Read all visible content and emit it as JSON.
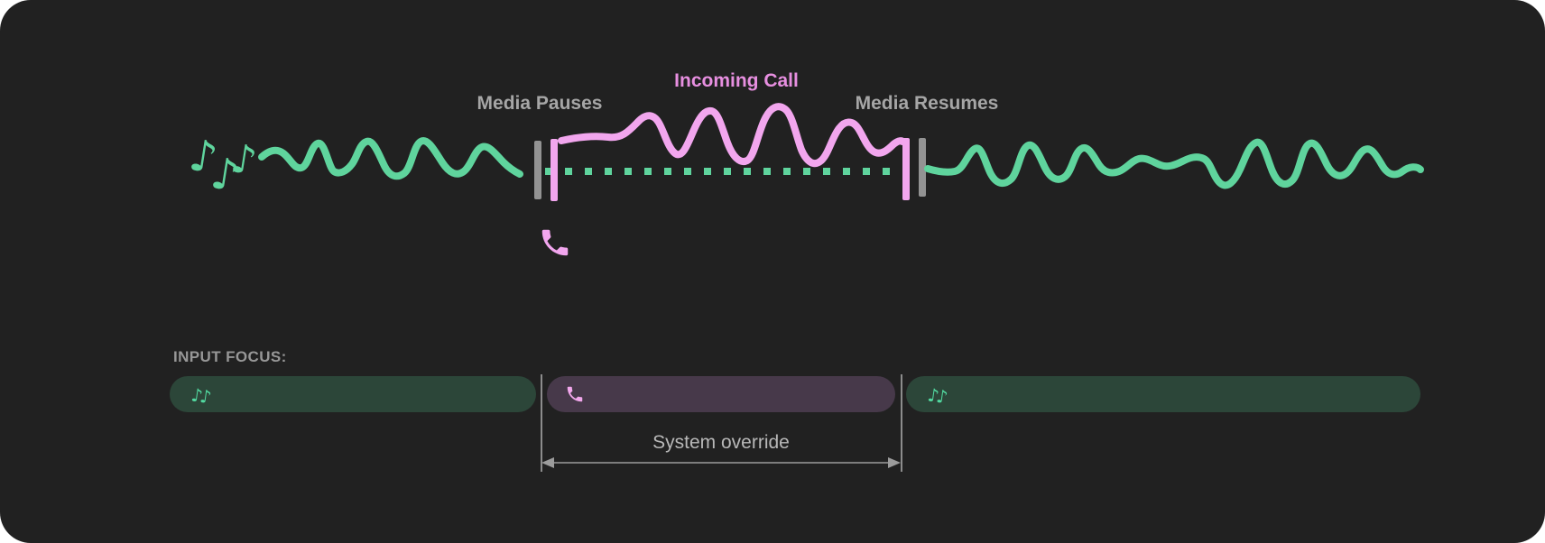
{
  "diagram": {
    "labels": {
      "media_pauses": "Media Pauses",
      "incoming_call": "Incoming Call",
      "media_resumes": "Media Resumes"
    },
    "colors": {
      "page_bg": "#ffffff",
      "panel_bg": "#212121",
      "media_green": "#5fd49d",
      "call_pink": "#f2a6ee",
      "incoming_call_text": "#e78fe0",
      "label_gray": "#a6a6a6",
      "pause_marker_gray": "#939393"
    },
    "icons": {
      "note_glyph": "♪",
      "note_pair_glyph": "♪♪"
    }
  },
  "input_focus": {
    "label": "INPUT FOCUS:",
    "override_label": "System override",
    "segments": [
      {
        "name": "media-before-call",
        "kind": "media"
      },
      {
        "name": "incoming-call",
        "kind": "call"
      },
      {
        "name": "media-after-call",
        "kind": "media"
      }
    ],
    "colors": {
      "media_track_bg": "#2c4639",
      "call_track_bg": "#47394a",
      "track_note_green": "#52d9a0",
      "track_phone_pink": "#f2a7ec",
      "guide_gray": "#8c8c8c",
      "override_text": "#b8b8b8"
    }
  }
}
